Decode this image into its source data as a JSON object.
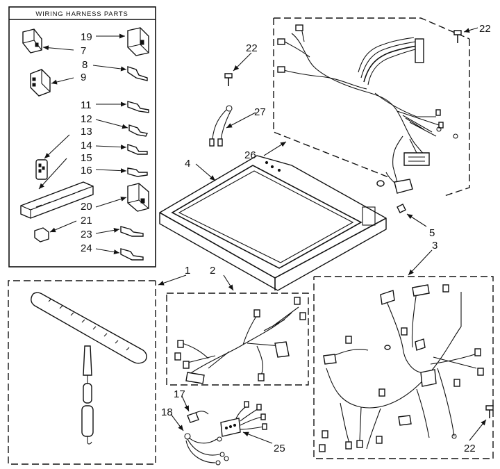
{
  "panel_title": "WIRING HARNESS PARTS",
  "callouts": {
    "c1": "1",
    "c2": "2",
    "c3": "3",
    "c4": "4",
    "c5": "5",
    "c7": "7",
    "c8": "8",
    "c9": "9",
    "c11": "11",
    "c12": "12",
    "c13": "13",
    "c14": "14",
    "c15": "15",
    "c16": "16",
    "c17": "17",
    "c18": "18",
    "c19": "19",
    "c20": "20",
    "c21": "21",
    "c22a": "22",
    "c22b": "22",
    "c22c": "22",
    "c23": "23",
    "c24": "24",
    "c25": "25",
    "c26": "26",
    "c27": "27"
  }
}
